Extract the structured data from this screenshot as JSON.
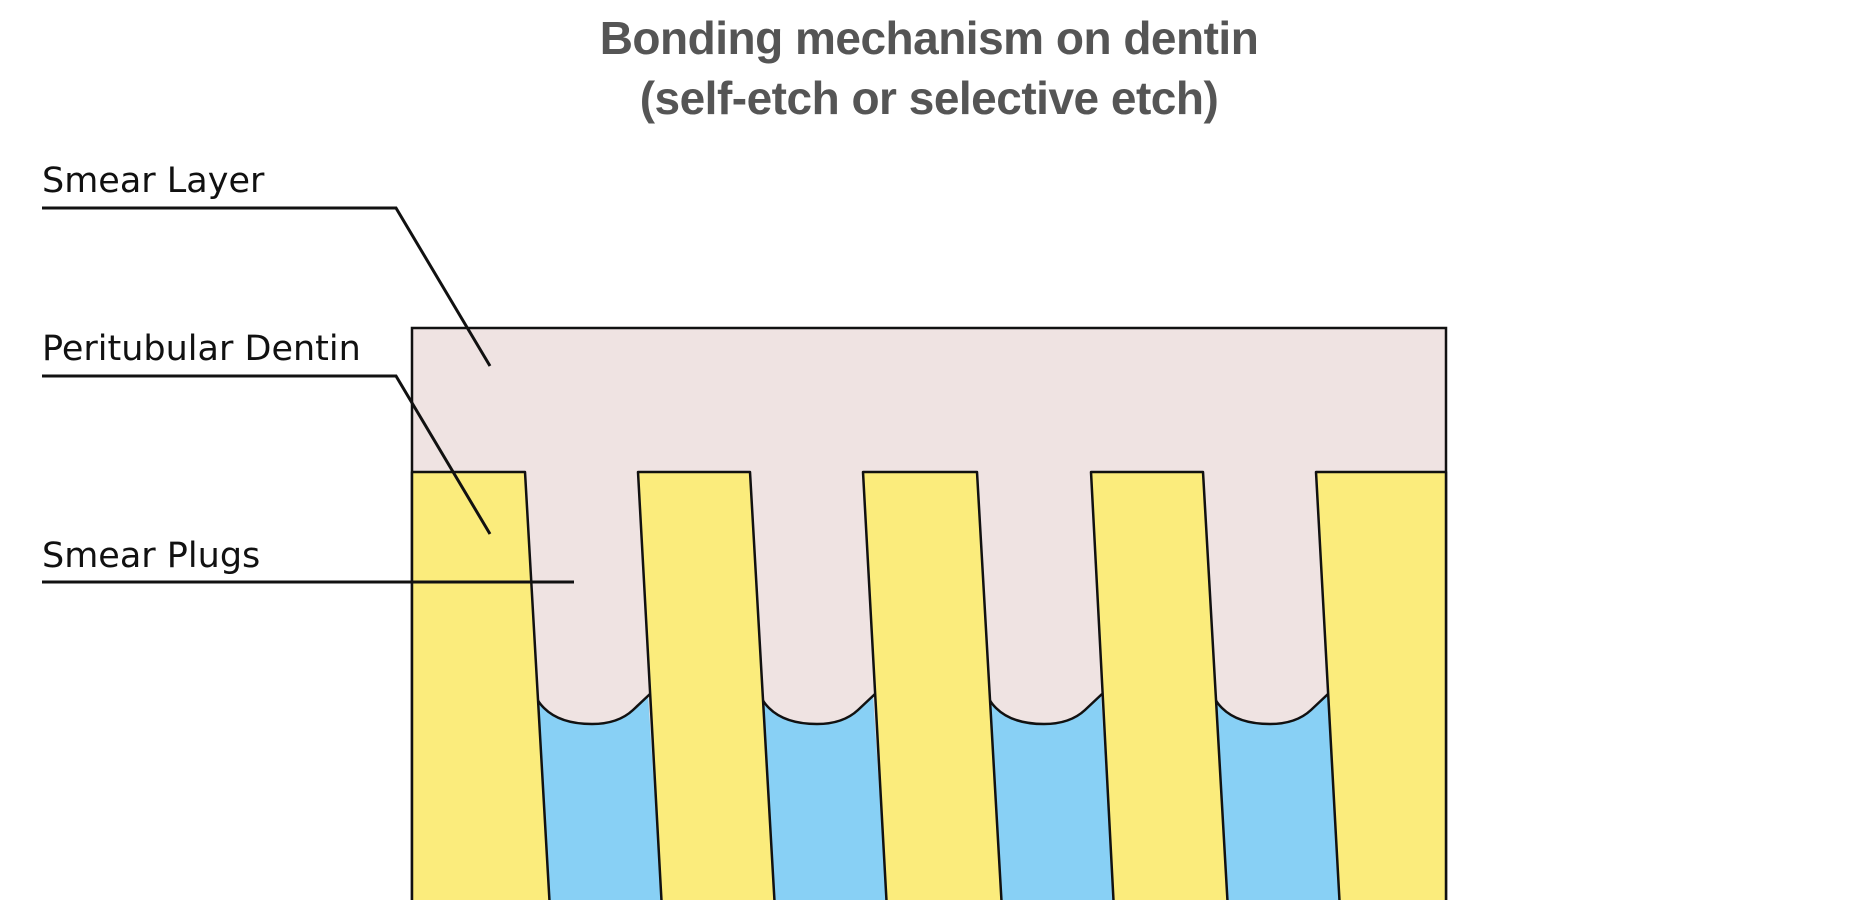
{
  "title": {
    "line1": "Bonding mechanism on dentin",
    "line2": "(self-etch or selective etch)"
  },
  "labels": {
    "smear_layer": "Smear Layer",
    "peritubular_dentin": "Peritubular Dentin",
    "smear_plugs": "Smear Plugs"
  },
  "colors": {
    "smear_layer": "#efe3e2",
    "dentin": "#fbec7c",
    "tubule_fluid": "#88d0f5",
    "outline": "#111111",
    "title_text": "#555555"
  }
}
